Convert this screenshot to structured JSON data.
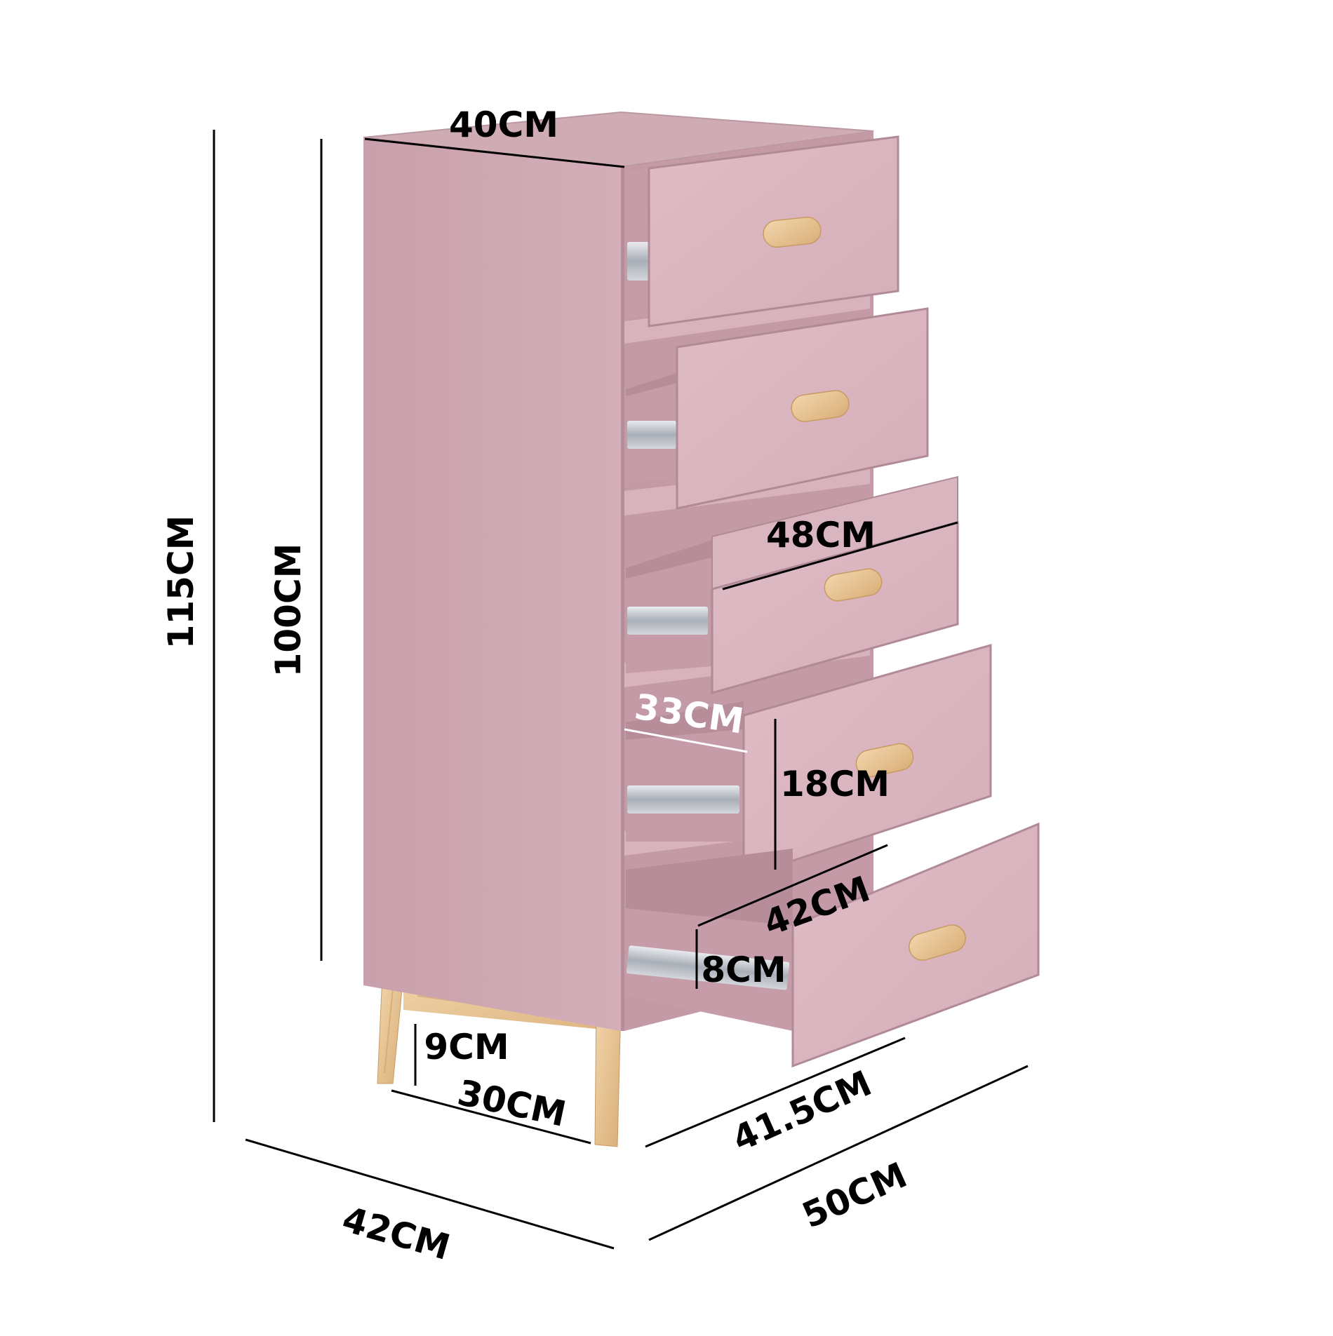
{
  "product": {
    "body_color": "#dbb6c0",
    "side_color": "#c9a1ac",
    "inner_color": "#c39aa5",
    "top_color": "#cfabb4",
    "wood_color": "#e9c89a",
    "wood_dark_color": "#c89a62",
    "rail_color": "#b8bcc4"
  },
  "dimensions": {
    "total_height": "115CM",
    "body_height": "100CM",
    "top_width": "40CM",
    "drawer_front_width": "48CM",
    "drawer_inner_depth": "33CM",
    "drawer_front_height": "18CM",
    "drawer_inner_width": "42CM",
    "drawer_side_height": "8CM",
    "leg_height": "9CM",
    "leg_spread": "30CM",
    "base_depth": "41.5CM",
    "overall_width": "42CM",
    "overall_depth": "50CM"
  }
}
